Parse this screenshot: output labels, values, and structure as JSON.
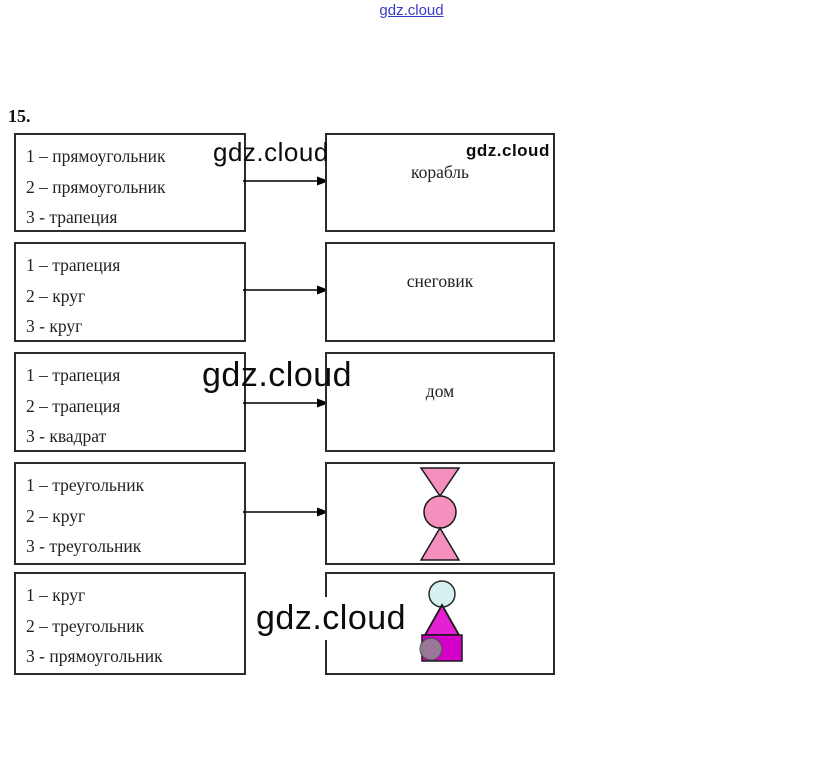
{
  "header": {
    "link_watermark": "gdz.cloud",
    "exercise_number": "15."
  },
  "watermarks": {
    "row1_large": "gdz.cloud",
    "row1_small": "gdz.cloud",
    "row3_large": "gdz.cloud",
    "row5_large": "gdz.cloud"
  },
  "rows": [
    {
      "left_lines": [
        "1 – прямоугольник",
        "2 – прямоугольник",
        "3 - трапеция"
      ],
      "answer": "корабль"
    },
    {
      "left_lines": [
        "1 – трапеция",
        "2 – круг",
        "3 - круг"
      ],
      "answer": "снеговик"
    },
    {
      "left_lines": [
        "1 – трапеция",
        "2 – трапеция",
        "3 - квадрат"
      ],
      "answer": "дом"
    },
    {
      "left_lines": [
        "1 – треугольник",
        "2 – круг",
        "3 - треугольник"
      ],
      "answer": ""
    },
    {
      "left_lines": [
        "1 – круг",
        "2 – треугольник",
        "3 - прямоугольник"
      ],
      "answer": ""
    }
  ],
  "shapes": {
    "bowtie_figure": {
      "fill": "#f590be",
      "outline": "#1a1a1a"
    },
    "clown_figure": {
      "circle_fill": "#d4f1ef",
      "circle_outline": "#2a2a2a",
      "triangle_fill": "#e41fd4",
      "rect_fill": "#d400c8",
      "inner_circle_fill": "#8f8f8f",
      "outline": "#1a1a1a"
    },
    "arrow_color": "#000000"
  }
}
